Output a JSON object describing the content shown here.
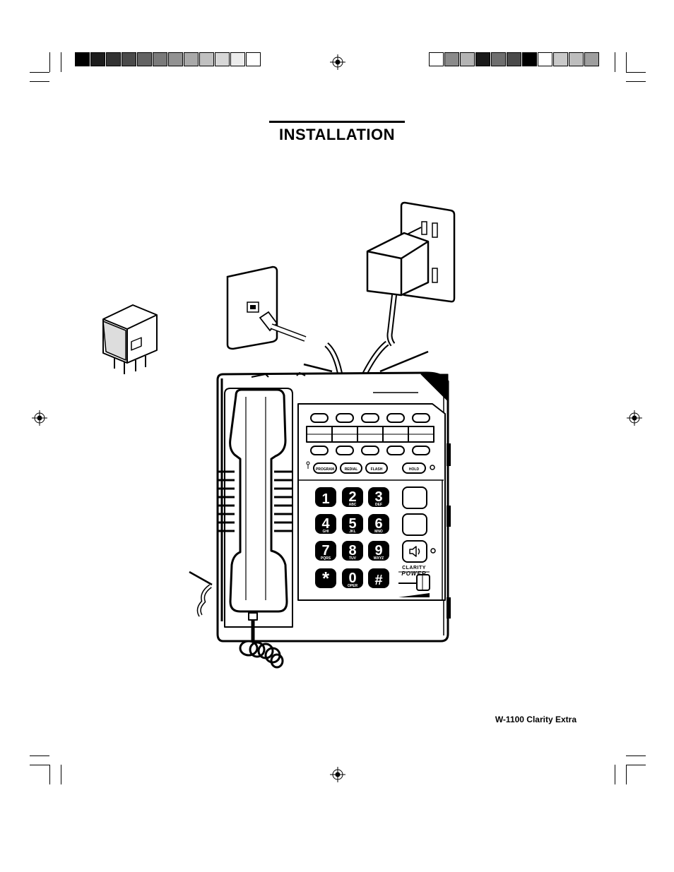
{
  "page": {
    "title": "INSTALLATION",
    "model": "W-1100 Clarity Extra"
  },
  "phone": {
    "function_keys": [
      "PROGRAM",
      "REDIAL",
      "FLASH",
      "HOLD"
    ],
    "keypad": [
      {
        "digit": "1",
        "letters": ""
      },
      {
        "digit": "2",
        "letters": "ABC"
      },
      {
        "digit": "3",
        "letters": "DEF"
      },
      {
        "digit": "4",
        "letters": "GHI"
      },
      {
        "digit": "5",
        "letters": "JKL"
      },
      {
        "digit": "6",
        "letters": "MNO"
      },
      {
        "digit": "7",
        "letters": "PQRS"
      },
      {
        "digit": "8",
        "letters": "TUV"
      },
      {
        "digit": "9",
        "letters": "WXYZ"
      },
      {
        "digit": "*",
        "letters": ""
      },
      {
        "digit": "0",
        "letters": "OPER"
      },
      {
        "digit": "#",
        "letters": ""
      }
    ],
    "brand_top": "CLARITY",
    "brand_bottom": "POWER"
  },
  "registration": {
    "left_swatches": [
      "#000000",
      "#1c1c1c",
      "#333333",
      "#4a4a4a",
      "#636363",
      "#7a7a7a",
      "#929292",
      "#a9a9a9",
      "#c0c0c0",
      "#d7d7d7",
      "#ececec",
      "#ffffff"
    ],
    "right_swatches": [
      "#ffffff",
      "#8a8a8a",
      "#b4b4b4",
      "#1a1a1a",
      "#6e6e6e",
      "#4a4a4a",
      "#000000",
      "#ffffff",
      "#c9c9c9",
      "#bdbdbd",
      "#9e9e9e"
    ]
  }
}
